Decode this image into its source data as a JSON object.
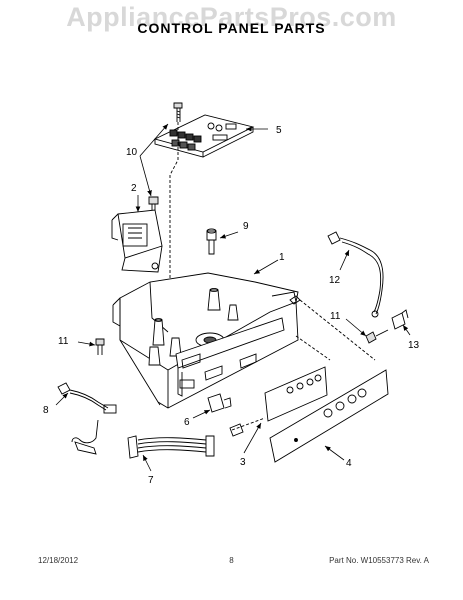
{
  "watermark": "AppliancePartsPros.com",
  "title": "CONTROL PANEL PARTS",
  "footer": {
    "date": "12/18/2012",
    "page": "8",
    "part_info": "Part No. W10553773  Rev. A"
  },
  "callouts": [
    "1",
    "2",
    "3",
    "4",
    "5",
    "6",
    "7",
    "8",
    "9",
    "10",
    "11",
    "11",
    "12",
    "13"
  ]
}
